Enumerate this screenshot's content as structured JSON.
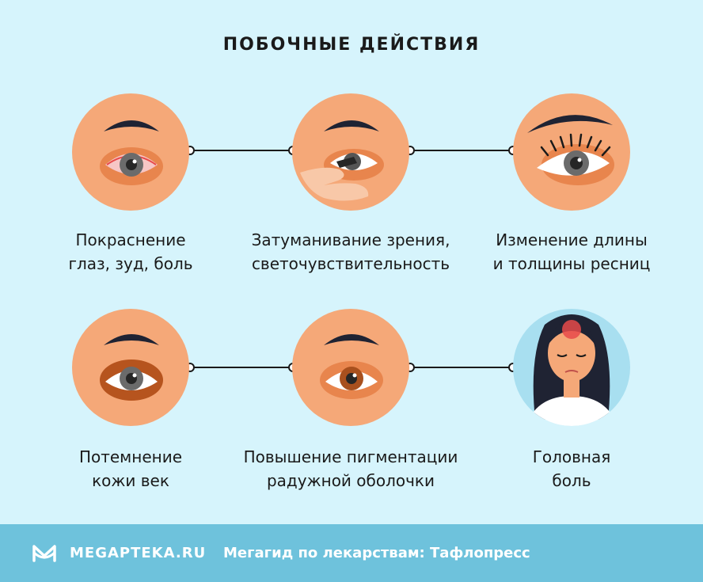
{
  "title": "ПОБОЧНЫЕ ДЕЙСТВИЯ",
  "items": [
    {
      "line1": "Покраснение",
      "line2": "глаз, зуд, боль",
      "icon": "red-eye-icon"
    },
    {
      "line1": "Затуманивание зрения,",
      "line2": "светочувствительность",
      "icon": "blurred-eye-icon"
    },
    {
      "line1": "Изменение длины",
      "line2": "и толщины ресниц",
      "icon": "eyelashes-icon"
    },
    {
      "line1": "Потемнение",
      "line2": "кожи век",
      "icon": "dark-eyelid-icon"
    },
    {
      "line1": "Повышение пигментации",
      "line2": "радужной оболочки",
      "icon": "brown-iris-icon"
    },
    {
      "line1": "Головная",
      "line2": "боль",
      "icon": "headache-woman-icon"
    }
  ],
  "footer": {
    "brand": "MEGAPTEKA.RU",
    "tagline": "Мегагид по лекарствам: Тафлопресс"
  },
  "colors": {
    "background": "#d6f4fc",
    "skin": "#f5a878",
    "footer": "#6ec2dc",
    "accent": "#e84a4a"
  }
}
